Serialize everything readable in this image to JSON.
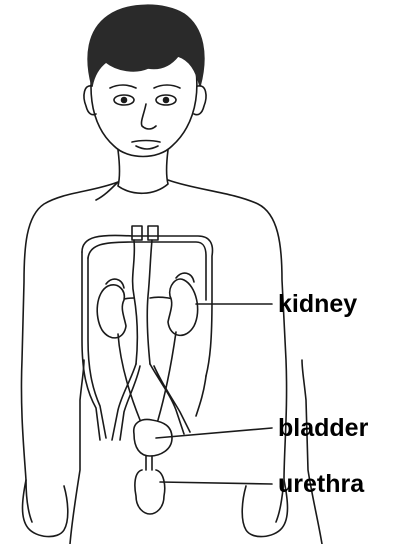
{
  "labels": {
    "kidney": "kidney",
    "bladder": "bladder",
    "urethra": "urethra"
  },
  "colors": {
    "line": "#1a1a1a",
    "organ_fill": "#ffffff",
    "background": "#ffffff"
  }
}
